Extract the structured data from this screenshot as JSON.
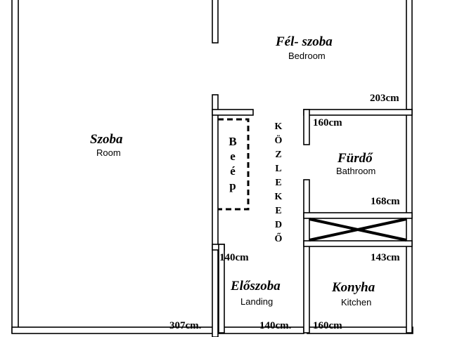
{
  "rooms": {
    "szoba": {
      "name": "Szoba",
      "sub": "Room"
    },
    "felszoba": {
      "name": "Fél- szoba",
      "sub": "Bedroom"
    },
    "furdo": {
      "name": "Fürdő",
      "sub": "Bathroom"
    },
    "eloszoba": {
      "name": "Előszoba",
      "sub": "Landing"
    },
    "konyha": {
      "name": "Konyha",
      "sub": "Kitchen"
    }
  },
  "built_in_label": "Beép",
  "corridor_label": "KÖZLEKEDŐ",
  "dimensions": {
    "bedroom_width": "203cm",
    "bathroom_top": "160cm",
    "bathroom_bottom": "168cm",
    "landing_top": "140cm",
    "kitchen_top": "143cm",
    "room_bottom": "307cm.",
    "landing_bottom": "140cm.",
    "kitchen_bottom": "160cm"
  }
}
